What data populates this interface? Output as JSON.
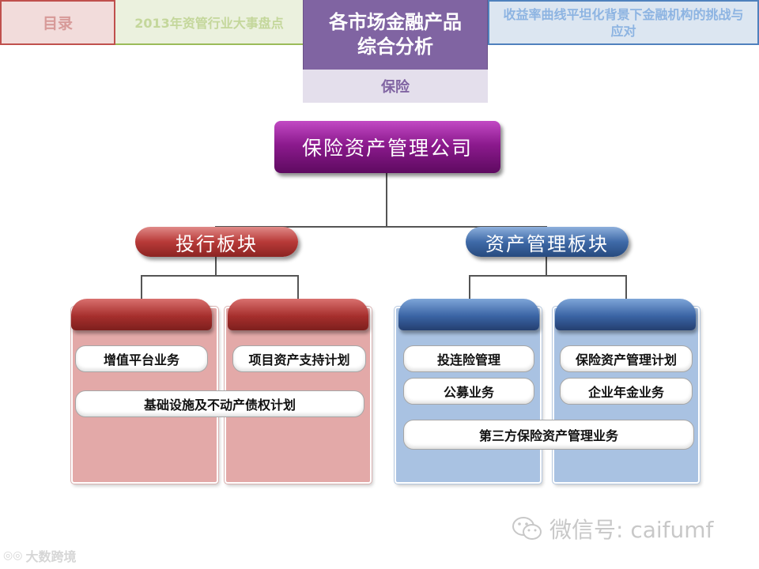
{
  "nav": {
    "toc": "目录",
    "review": "2013年资管行业大事盘点",
    "active_line1": "各市场金融产品",
    "active_line2": "综合分析",
    "active_sub": "保险",
    "challenge": "收益率曲线平坦化背景下金融机构的挑战与应对"
  },
  "diagram": {
    "root": "保险资产管理公司",
    "left_segment": {
      "label": "投行板块",
      "items": [
        "增值平台业务",
        "项目资产支持计划",
        "基础设施及不动产债权计划"
      ]
    },
    "right_segment": {
      "label": "资产管理板块",
      "items": [
        "投连险管理",
        "保险资产管理计划",
        "公募业务",
        "企业年金业务",
        "第三方保险资产管理业务"
      ]
    }
  },
  "colors": {
    "root": "#8c1a8e",
    "red_segment": "#b83a38",
    "blue_segment": "#3f6aa8",
    "red_column": "#e3a9a8",
    "blue_column": "#a9c2e2"
  },
  "watermark": {
    "wechat": "微信号: caifumf",
    "site": "大数跨境"
  }
}
